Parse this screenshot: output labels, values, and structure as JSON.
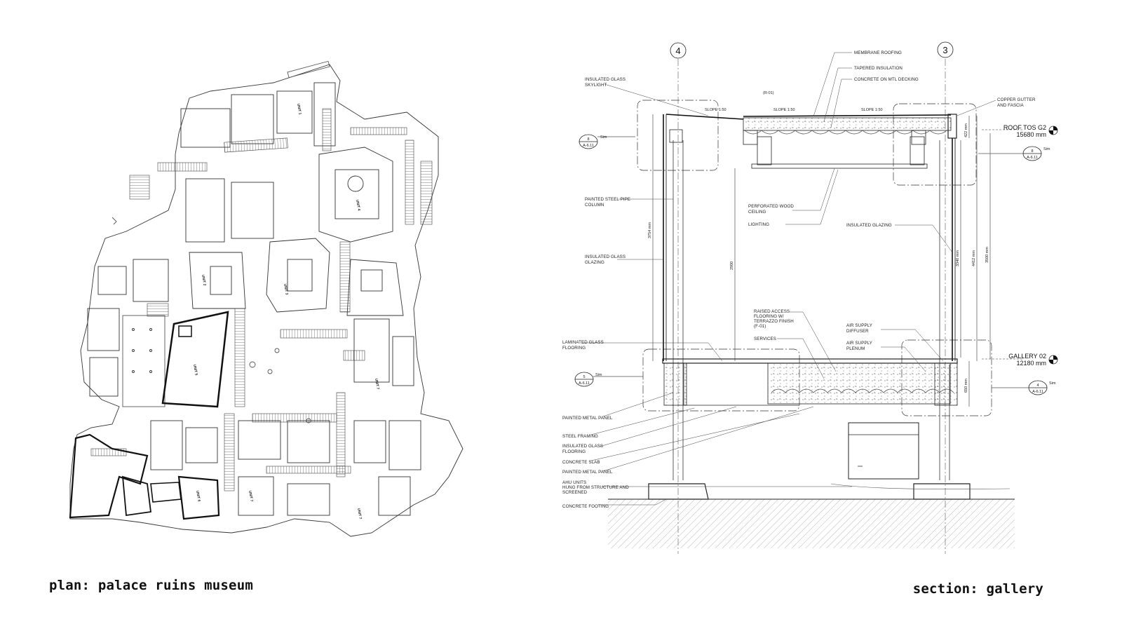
{
  "captions": {
    "plan": "plan: palace ruins museum",
    "section": "section: gallery"
  },
  "plan": {
    "units": [
      "UNIT 1",
      "UNIT 2",
      "UNIT 3",
      "UNIT 4",
      "UNIT 5",
      "UNIT 6",
      "UNIT 7",
      "UNIT 7",
      "UNIT 7"
    ]
  },
  "section": {
    "grid_left": "4",
    "grid_right": "3",
    "callout_left": [
      "INSULATED GLASS",
      "SKYLIGHT",
      "PAINTED STEEL PIPE",
      "COLUMN",
      "INSULATED GLASS",
      "GLAZING",
      "LAMINATED GLASS",
      "FLOORING",
      "PAINTED METAL PANEL",
      "STEEL FRAMING",
      "INSULATED GLASS",
      "FLOORING",
      "CONCRETE SLAB",
      "PAINTED METAL PANEL",
      "AHU UNITS",
      "HUNG FROM STRUCTURE AND",
      "SCREENED",
      "CONCRETE FOOTING"
    ],
    "callout_top": [
      "MEMBRANE ROOFING",
      "TAPERED INSULATION",
      "CONCRETE ON MTL DECKING",
      "COPPER GUTTER",
      "AND FASCIA"
    ],
    "callout_mid": [
      "PERFORATED WOOD",
      "CEILING",
      "LIGHTING",
      "INSULATED GLAZING",
      "RAISED ACCESS",
      "FLOORING W/",
      "TERRAZZO FINISH",
      "(F-01)",
      "SERVICES",
      "AIR SUPPLY",
      "DIFFUSER",
      "AIR SUPPLY",
      "PLENUM"
    ],
    "slopes": [
      "SLOPE 1:50",
      "SLOPE 1:50",
      "SLOPE 1:50"
    ],
    "tag": "(R-01)",
    "levels": [
      {
        "name": "ROOF TOS G2",
        "elev": "15680 mm"
      },
      {
        "name": "GALLERY 02",
        "elev": "12180 mm"
      }
    ],
    "dims": [
      "3754 mm",
      "2900",
      "3340 mm",
      "4412 mm",
      "3500 mm",
      "422 mm",
      "650 mm"
    ],
    "refs": [
      {
        "num": "8",
        "sheet": "A-6.11",
        "note": "Sim"
      },
      {
        "num": "8",
        "sheet": "A-6.11",
        "note": "Sim"
      },
      {
        "num": "5",
        "sheet": "A-6.11",
        "note": "Sim"
      },
      {
        "num": "4",
        "sheet": "A-6.11",
        "note": "Sim"
      }
    ]
  }
}
